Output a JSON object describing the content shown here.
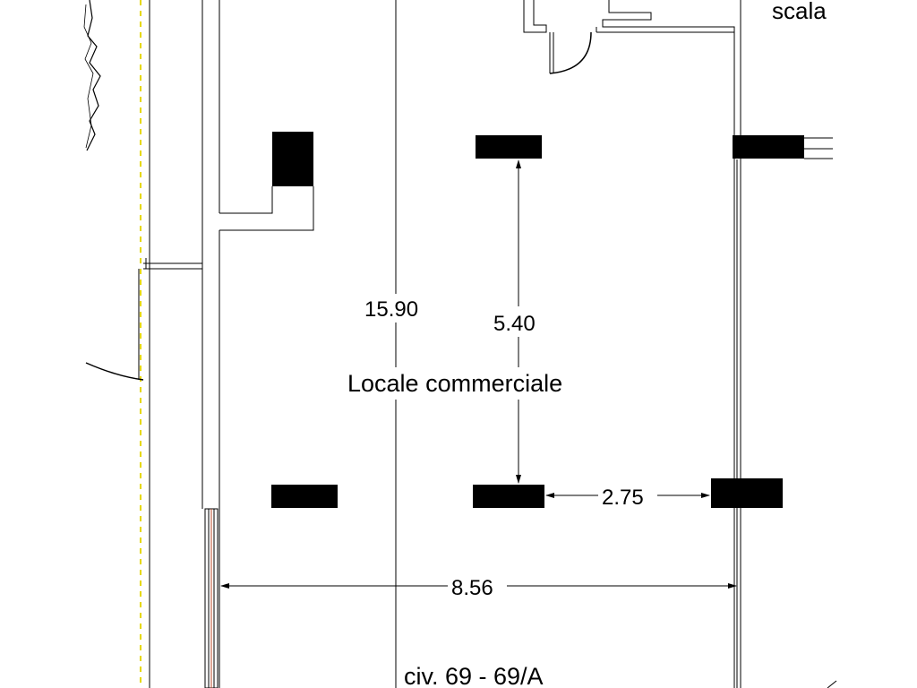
{
  "plan": {
    "labels": {
      "stair": "scala",
      "room": "Locale commerciale",
      "civic_number": "civ. 69 - 69/A"
    },
    "dimensions": {
      "long_vertical": "15.90",
      "column_spacing_vertical": "5.40",
      "column_spacing_horizontal": "2.75",
      "room_width": "8.56"
    }
  },
  "colors": {
    "line": "#000000",
    "background": "#ffffff",
    "boundary_dash": "#e6d800",
    "accent": "#b84a2a"
  }
}
